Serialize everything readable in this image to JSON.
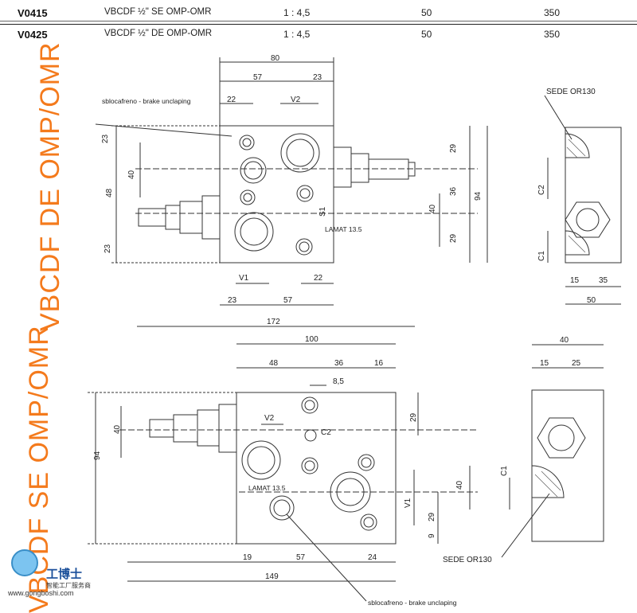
{
  "table": {
    "rows": [
      {
        "code": "V0415",
        "desc": "VBCDF ½\" SE OMP-OMR",
        "ratio": "1 : 4,5",
        "flow": "50",
        "pressure": "350"
      },
      {
        "code": "V0425",
        "desc": "VBCDF ½\" DE OMP-OMR",
        "ratio": "1 : 4,5",
        "flow": "50",
        "pressure": "350"
      }
    ]
  },
  "side_titles": {
    "de": "VBCDF DE OMP/OMR",
    "se": "VBCDF SE OMP/OMR"
  },
  "drawing_top": {
    "dims": {
      "d80": "80",
      "d57": "57",
      "d23a": "23",
      "d22": "22",
      "v2": "V2",
      "d23b": "23",
      "d40": "40",
      "d48": "48",
      "d23c": "23",
      "d29a": "29",
      "d36": "36",
      "d29b": "29",
      "d94": "94",
      "d40b": "40",
      "s1": "S1",
      "lamat": "LAMAT 13.5",
      "v1": "V1",
      "d22b": "22",
      "d23d": "23",
      "d57b": "57",
      "d172": "172"
    },
    "note": "sblocafreno - brake unclaping",
    "side": {
      "sede": "SEDE OR130",
      "c2": "C2",
      "c1": "C1",
      "d15": "15",
      "d35": "35",
      "d50": "50"
    }
  },
  "drawing_bottom": {
    "dims": {
      "d100": "100",
      "d48": "48",
      "d36": "36",
      "d16": "16",
      "d85": "8,5",
      "v2": "V2",
      "c2": "C2",
      "d40": "40",
      "d94": "94",
      "d29": "29",
      "lamat": "LAMAT 13.5",
      "d40b": "40",
      "v1": "V1",
      "d29b": "29",
      "d9": "9",
      "d19": "19",
      "d57": "57",
      "d24": "24",
      "d149": "149"
    },
    "note": "sblocafreno - brake unclaping",
    "side": {
      "d40": "40",
      "d15": "15",
      "d25": "25",
      "c1": "C1",
      "sede": "SEDE OR130"
    }
  },
  "logo": {
    "name": "工博士",
    "tagline": "智能工厂服务商",
    "url": "www.gongboshi.com"
  }
}
